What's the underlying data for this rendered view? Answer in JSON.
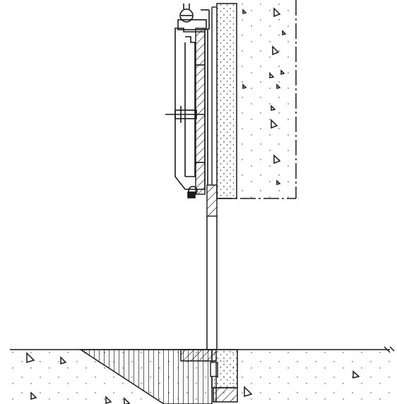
{
  "drawing": {
    "kind": "technical section drawing",
    "line_color": "#1a1a1a",
    "background_color": "#ffffff",
    "text_labels": [],
    "components": [
      "upper-formwork-frame",
      "hinge-roller-top",
      "hinge-roller-bottom",
      "hatched-wall-strip",
      "concrete-wall-fill",
      "dashed-outline",
      "vertical-column",
      "ground-line",
      "footing-hatch",
      "column-base-block",
      "aggregate-symbols"
    ]
  }
}
